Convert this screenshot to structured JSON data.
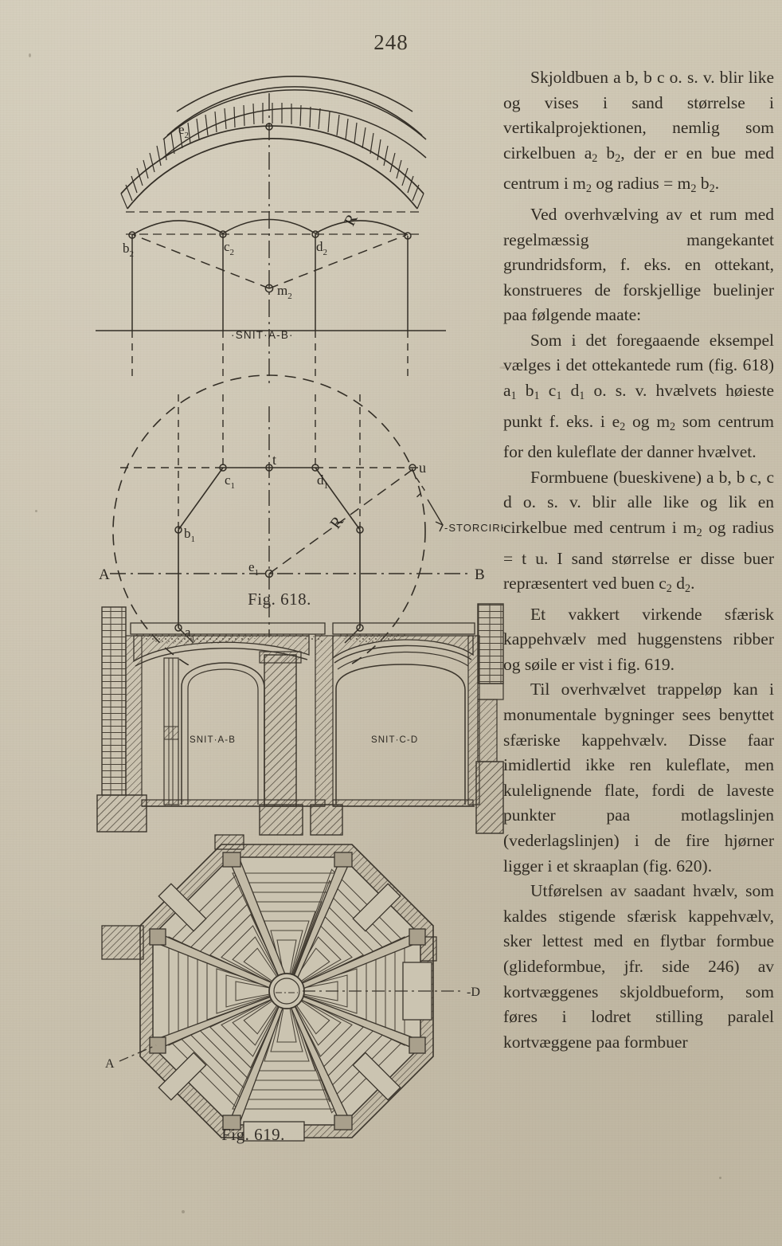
{
  "page": {
    "number": "248"
  },
  "figures": {
    "fig618": {
      "caption": "Fig. 618.",
      "section_label_top": "·SNIT·A-B·",
      "great_circle_label": "-STORCIRKEL·",
      "axis_label_left": "A",
      "axis_label_right": "B",
      "radius_label_upper": "R",
      "radius_label_lower": "R",
      "points_upper": [
        "b",
        "c",
        "d",
        "e",
        "m"
      ],
      "points_upper_sub": [
        "2",
        "2",
        "2",
        "2",
        "2"
      ],
      "points_lower": [
        "a",
        "b",
        "c",
        "d",
        "e"
      ],
      "points_lower_sub": [
        "1",
        "1",
        "1",
        "1",
        "1"
      ],
      "points_lower_plain": [
        "t",
        "u"
      ],
      "section_ab": "SNIT·A-B",
      "section_cd": "SNIT·C-D"
    },
    "fig619": {
      "caption": "Fig. 619.",
      "marker_a": "A",
      "marker_d": "-D"
    }
  },
  "body": {
    "paragraphs": [
      {
        "id": "p1",
        "runs": [
          {
            "t": "Skjoldbuen a b, b c o. s. v. blir like og vises i sand størrelse i vertikalprojektionen, nemlig som cirkelbuen a"
          },
          {
            "t": "2",
            "sub": true
          },
          {
            "t": " b"
          },
          {
            "t": "2",
            "sub": true
          },
          {
            "t": ", der er en bue med centrum i m"
          },
          {
            "t": "2",
            "sub": true
          },
          {
            "t": " og radius = m"
          },
          {
            "t": "2",
            "sub": true
          },
          {
            "t": " b"
          },
          {
            "t": "2",
            "sub": true
          },
          {
            "t": "."
          }
        ]
      },
      {
        "id": "p2",
        "runs": [
          {
            "t": "Ved overhvælving av et rum med regelmæssig mangekantet grundridsform, f. eks. en ottekant, konstrueres de forskjellige buelinjer paa følgende maate:"
          }
        ]
      },
      {
        "id": "p3",
        "runs": [
          {
            "t": "Som i det foregaaende eksempel vælges i det ottekantede rum (fig. 618) a"
          },
          {
            "t": "1",
            "sub": true
          },
          {
            "t": " b"
          },
          {
            "t": "1",
            "sub": true
          },
          {
            "t": " c"
          },
          {
            "t": "1",
            "sub": true
          },
          {
            "t": " d"
          },
          {
            "t": "1",
            "sub": true
          },
          {
            "t": " o. s. v. hvælvets høieste punkt f. eks. i e"
          },
          {
            "t": "2",
            "sub": true
          },
          {
            "t": " og m"
          },
          {
            "t": "2",
            "sub": true
          },
          {
            "t": " som centrum for den kuleflate der danner hvælvet."
          }
        ]
      },
      {
        "id": "p4",
        "runs": [
          {
            "t": "Formbuene (bueskivene) a b, b c, c d o. s. v. blir alle like og lik en cirkelbue med centrum i m"
          },
          {
            "t": "2",
            "sub": true
          },
          {
            "t": " og radius = t u. I sand størrelse er disse buer repræsentert ved buen c"
          },
          {
            "t": "2",
            "sub": true
          },
          {
            "t": " d"
          },
          {
            "t": "2",
            "sub": true
          },
          {
            "t": "."
          }
        ]
      },
      {
        "id": "p5",
        "runs": [
          {
            "t": "Et vakkert virkende sfærisk kappehvælv med huggenstens ribber og søile er vist i fig. 619."
          }
        ]
      },
      {
        "id": "p6",
        "runs": [
          {
            "t": "Til overhvælvet trappeløp kan i monumentale bygninger sees benyttet sfæriske kappehvælv. Disse faar imidlertid ikke ren kuleflate, men kulelignende flate, fordi de laveste punkter paa motlagslinjen (vederlagslinjen) i de fire hjørner ligger i et skraaplan (fig. 620)."
          }
        ]
      },
      {
        "id": "p7",
        "runs": [
          {
            "t": "Utførelsen av saadant hvælv, som kaldes stigende sfærisk kappehvælv, sker lettest med en flytbar formbue (glideformbue, jfr. side 246) av kortvæggenes skjoldbueform, som føres i lodret stilling paralel kortvæggene paa formbuer"
          }
        ]
      }
    ]
  },
  "colors": {
    "paper": "#cbc4b1",
    "ink": "#2e2a24",
    "line": "#332e26"
  }
}
